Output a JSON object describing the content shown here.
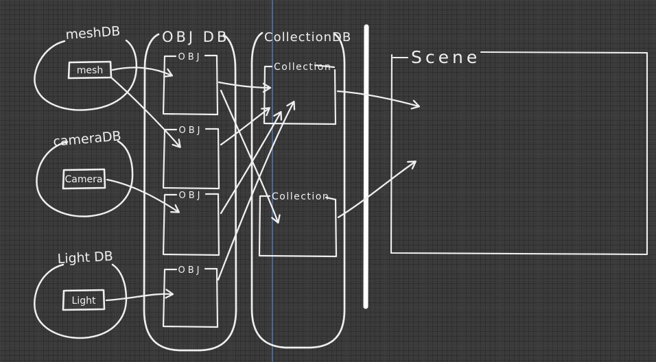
{
  "canvas": {
    "colors": {
      "background": "#3b3b3b",
      "grid_major": "#4c4c4c",
      "grid_minor": "#343434",
      "ink": "#efefef",
      "guide_line": "#4d6da0",
      "divider": "#ffffff"
    }
  },
  "nodes": {
    "mesh_db": {
      "label": "meshDB",
      "item": "mesh"
    },
    "camera_db": {
      "label": "cameraDB",
      "item": "Camera"
    },
    "light_db": {
      "label": "Light DB",
      "item": "Light"
    },
    "obj_db": {
      "label": "OBJ DB",
      "objs": [
        "OBJ",
        "OBJ",
        "OBJ",
        "OBJ"
      ]
    },
    "collection_db": {
      "label": "CollectionDB",
      "collections": [
        "Collection",
        "Collection"
      ]
    },
    "scene": {
      "label": "Scene"
    }
  },
  "connections": [
    {
      "from": "mesh",
      "to": "OBJ-1"
    },
    {
      "from": "mesh",
      "to": "OBJ-2"
    },
    {
      "from": "Camera",
      "to": "OBJ-3"
    },
    {
      "from": "Light",
      "to": "OBJ-4"
    },
    {
      "from": "OBJ-1",
      "to": "Collection-1"
    },
    {
      "from": "OBJ-1",
      "to": "Collection-2"
    },
    {
      "from": "OBJ-2",
      "to": "Collection-1"
    },
    {
      "from": "OBJ-3",
      "to": "Collection-1"
    },
    {
      "from": "OBJ-4",
      "to": "Collection-1"
    },
    {
      "from": "Collection-1",
      "to": "Scene"
    },
    {
      "from": "Collection-2",
      "to": "Scene"
    }
  ]
}
